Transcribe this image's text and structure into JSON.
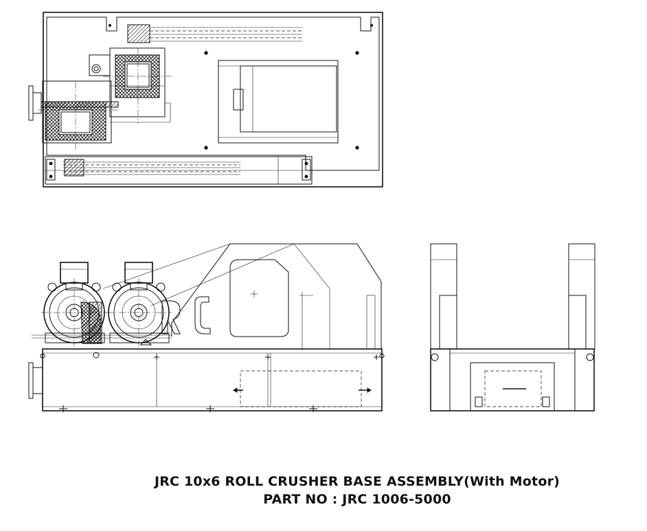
{
  "title_block": {
    "title": "JRC 10x6 ROLL CRUSHER BASE ASSEMBLY(With Motor)",
    "part_no": "PART NO : JRC 1006-5000"
  },
  "logo_text": "JRC"
}
